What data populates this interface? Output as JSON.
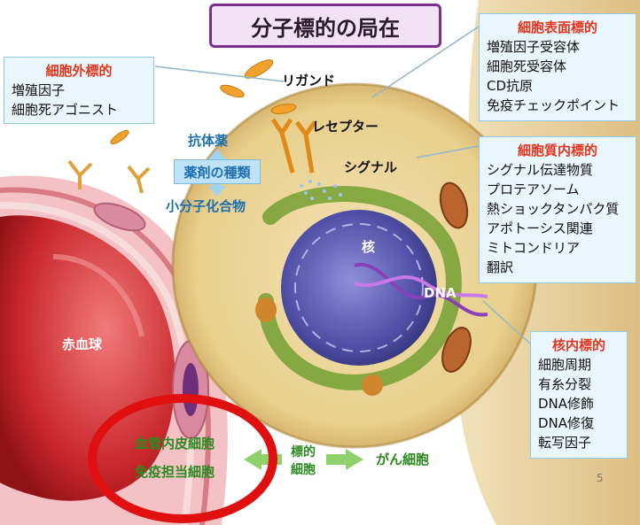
{
  "title": "分子標的の局在",
  "extracellular": {
    "heading": "細胞外標的",
    "items": [
      "増殖因子",
      "細胞死アゴニスト"
    ]
  },
  "cell_surface": {
    "heading": "細胞表面標的",
    "items": [
      "増殖因子受容体",
      "細胞死受容体",
      "CD抗原",
      "免疫チェックポイント"
    ]
  },
  "cytoplasmic": {
    "heading": "細胞質内標的",
    "items": [
      "シグナル伝達物質",
      "プロテアソーム",
      "熱ショックタンパク質",
      "アポトーシス関連",
      "ミトコンドリア",
      "翻訳"
    ]
  },
  "nuclear": {
    "heading": "核内標的",
    "items": [
      "細胞周期",
      "有糸分裂",
      "DNA修飾",
      "DNA修復",
      "転写因子"
    ]
  },
  "labels": {
    "ligand": "リガンド",
    "receptor": "レセプター",
    "signal": "シグナル",
    "nucleus": "核",
    "dna": "DNA",
    "rbc": "赤血球",
    "antibody": "抗体薬",
    "drug_type": "薬剤の種類",
    "small_molecule": "小分子化合物",
    "endothelial": "血管内皮細胞",
    "immune": "免疫担当細胞",
    "target_cell_1": "標的",
    "target_cell_2": "細胞",
    "cancer_cell": "がん細胞",
    "page_number": "5"
  }
}
